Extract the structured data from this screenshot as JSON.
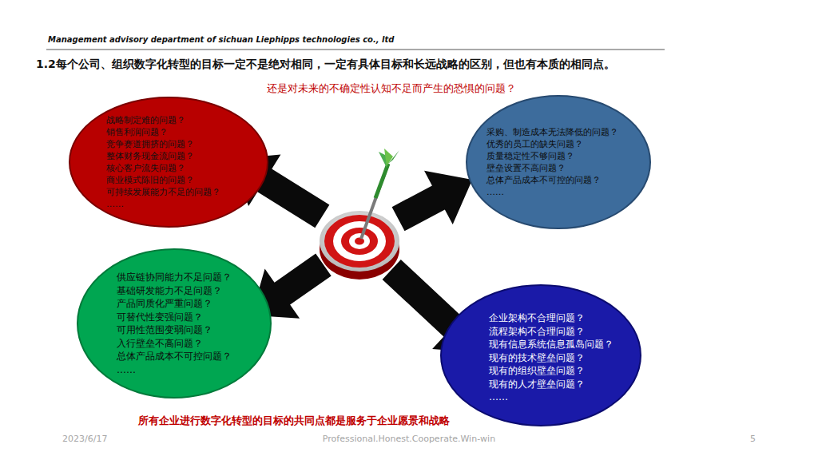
{
  "diagram": {
    "title": "1.2每个公司、组织数字化转型的目标一定不是绝对相同，一定有具体目标和长远战略的区别，但也有本质的相同点。",
    "nodes": [
      {
        "text": [
          "战略制定难的问题？",
          "销售利润问题？",
          "竞争赛道拥挤的问题？",
          "整体财务现金流问题？",
          "核心客户流失问题？",
          "商业模式陈旧的问题？",
          "可持续发展能力不足的问题？",
          "……"
        ]
      },
      {
        "text": [
          "采购、制造成本无法降低的问题？",
          "优秀的员工的缺失问题？",
          "质量稳定性不够问题？",
          "壁垒设置不高问题？",
          "总体产品成本不可控的问题？",
          "……"
        ]
      },
      {
        "text": [
          "供应链协同能力不足问题？",
          "基础研发能力不足问题？",
          "产品同质化严重问题？",
          "可替代性变强问题？",
          "可用性范围变弱问题？",
          "入行壁垒不高问题？",
          "总体产品成本不可控问题？",
          "……"
        ]
      },
      {
        "text": [
          "企业架构不合理问题？",
          "流程架构不合理问题？",
          "现有信息系统信息孤岛问题？",
          "现有的技术壁垒问题？",
          "现有的组织壁垒问题？",
          "现有的人才壁垒问题？",
          "……"
        ]
      }
    ],
    "labels": [
      "Management advisory department of sichuan Liephipps technologies co., ltd",
      "还是对未来的不确定性认知不足而产生的恐惧的问题？",
      "所有企业进行数字化转型的目标的共同点都是服务于企业愿景和战略",
      "2023/6/17",
      "Professional.Honest.Cooperate.Win-win",
      "5"
    ]
  }
}
